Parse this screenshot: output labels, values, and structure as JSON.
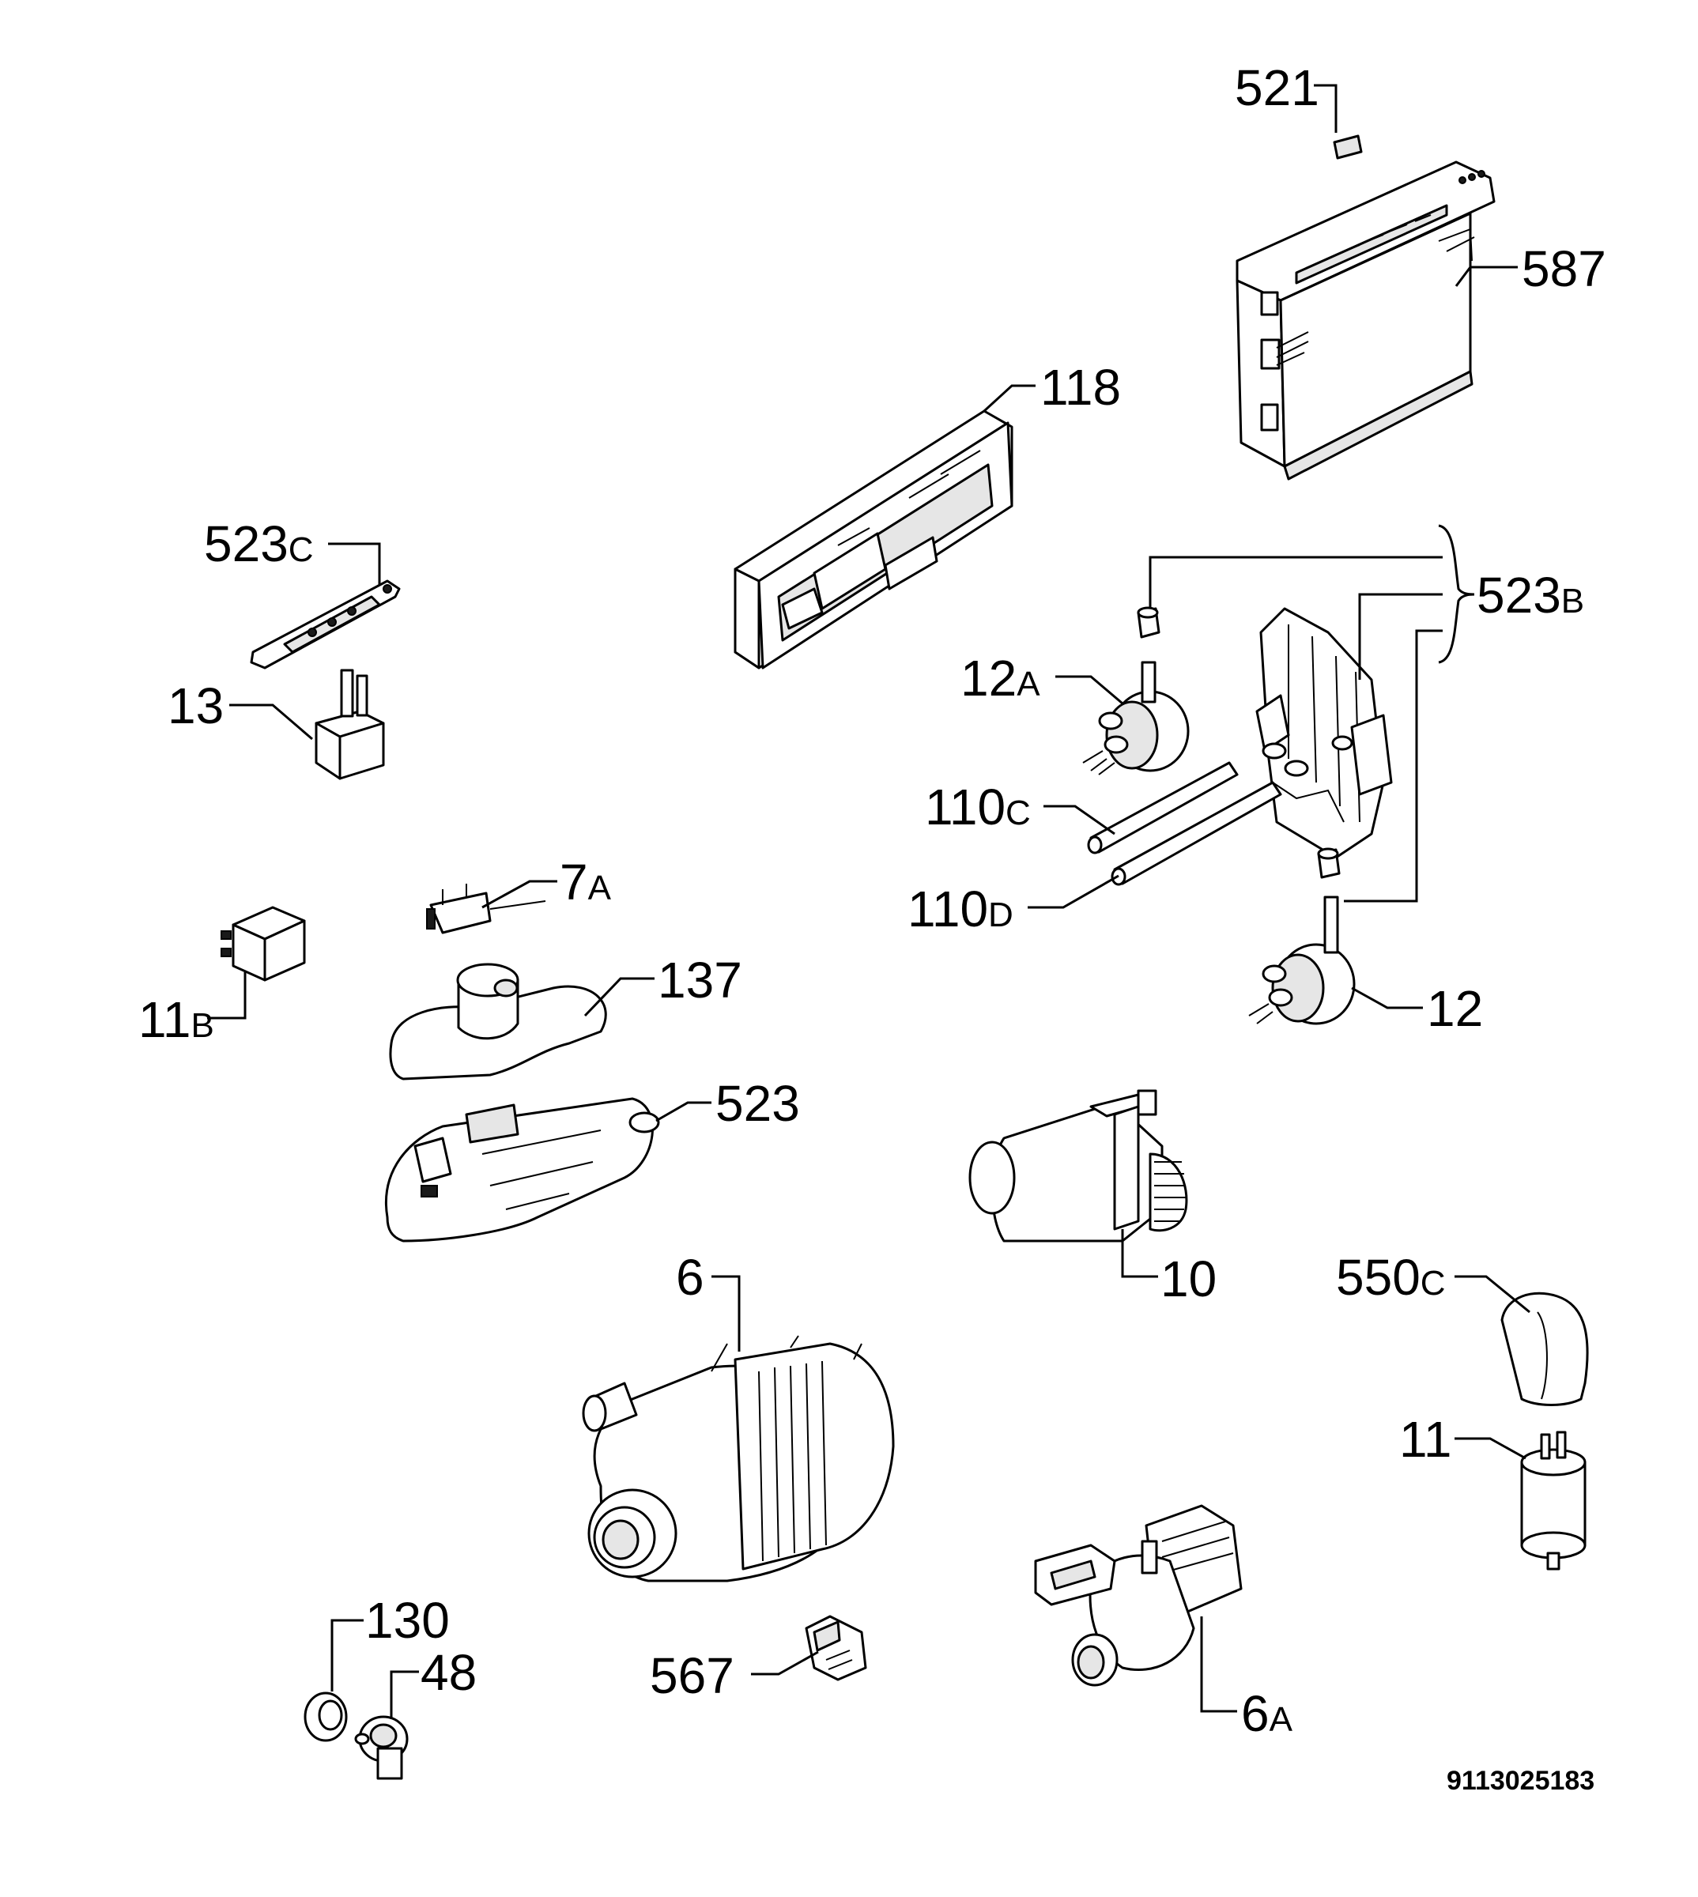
{
  "document_number": "9113025183",
  "callouts": [
    {
      "id": "521",
      "num": "521",
      "suffix": ""
    },
    {
      "id": "587",
      "num": "587",
      "suffix": ""
    },
    {
      "id": "118",
      "num": "118",
      "suffix": ""
    },
    {
      "id": "523c",
      "num": "523",
      "suffix": "C"
    },
    {
      "id": "13",
      "num": "13",
      "suffix": ""
    },
    {
      "id": "523b",
      "num": "523",
      "suffix": "B"
    },
    {
      "id": "12a",
      "num": "12",
      "suffix": "A"
    },
    {
      "id": "110c",
      "num": "110",
      "suffix": "C"
    },
    {
      "id": "110d",
      "num": "110",
      "suffix": "D"
    },
    {
      "id": "12",
      "num": "12",
      "suffix": ""
    },
    {
      "id": "7a",
      "num": "7",
      "suffix": "A"
    },
    {
      "id": "11b",
      "num": "11",
      "suffix": "B"
    },
    {
      "id": "137",
      "num": "137",
      "suffix": ""
    },
    {
      "id": "523",
      "num": "523",
      "suffix": ""
    },
    {
      "id": "10",
      "num": "10",
      "suffix": ""
    },
    {
      "id": "6",
      "num": "6",
      "suffix": ""
    },
    {
      "id": "550c",
      "num": "550",
      "suffix": "C"
    },
    {
      "id": "11",
      "num": "11",
      "suffix": ""
    },
    {
      "id": "130",
      "num": "130",
      "suffix": ""
    },
    {
      "id": "48",
      "num": "48",
      "suffix": ""
    },
    {
      "id": "567",
      "num": "567",
      "suffix": ""
    },
    {
      "id": "6a",
      "num": "6",
      "suffix": "A"
    }
  ]
}
